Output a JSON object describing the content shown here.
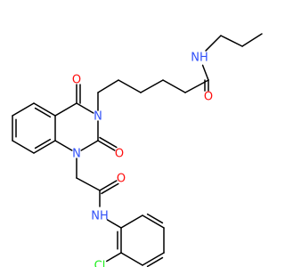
{
  "molecule": {
    "atoms": [
      {
        "id": "NH_top",
        "text": "NH",
        "element": "N"
      },
      {
        "id": "O_top",
        "text": "O",
        "element": "O"
      },
      {
        "id": "O_ring_top",
        "text": "O",
        "element": "O"
      },
      {
        "id": "N_ring3",
        "text": "N",
        "element": "N"
      },
      {
        "id": "O_ring2",
        "text": "O",
        "element": "O"
      },
      {
        "id": "N_ring1",
        "text": "N",
        "element": "N"
      },
      {
        "id": "O_amide",
        "text": "O",
        "element": "O"
      },
      {
        "id": "NH_amide",
        "text": "NH",
        "element": "N"
      },
      {
        "id": "Cl",
        "text": "Cl",
        "element": "Cl"
      }
    ],
    "colors": {
      "N": "#3050F8",
      "O": "#FF0D0D",
      "Cl": "#1FF01F",
      "bond": "#000000"
    }
  }
}
